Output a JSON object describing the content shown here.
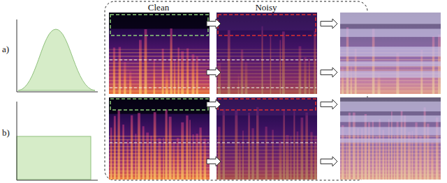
{
  "diagram": {
    "labels": [
      "Clean",
      "Noisy",
      "a)",
      "b)"
    ]
  }
}
